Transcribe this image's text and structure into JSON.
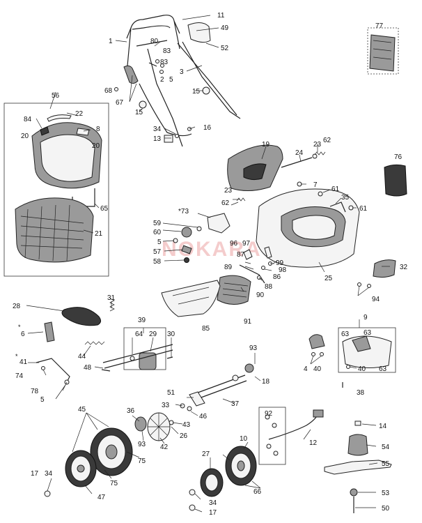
{
  "watermark": "NOKARA",
  "labels": [
    {
      "id": "l1",
      "text": "1"
    },
    {
      "id": "l11",
      "text": "11"
    },
    {
      "id": "l49",
      "text": "49"
    },
    {
      "id": "l80",
      "text": "80"
    },
    {
      "id": "l52",
      "text": "52"
    },
    {
      "id": "l83a",
      "text": "83"
    },
    {
      "id": "l83b",
      "text": "83"
    },
    {
      "id": "l3",
      "text": "3"
    },
    {
      "id": "l2",
      "text": "2"
    },
    {
      "id": "l5a",
      "text": "5"
    },
    {
      "id": "l68",
      "text": "68"
    },
    {
      "id": "l67",
      "text": "67"
    },
    {
      "id": "l15a",
      "text": "15"
    },
    {
      "id": "l15b",
      "text": "15"
    },
    {
      "id": "l77",
      "text": "77"
    },
    {
      "id": "l56",
      "text": "56"
    },
    {
      "id": "l22",
      "text": "22"
    },
    {
      "id": "l84",
      "text": "84"
    },
    {
      "id": "l8",
      "text": "8"
    },
    {
      "id": "l20a",
      "text": "20"
    },
    {
      "id": "l20b",
      "text": "20"
    },
    {
      "id": "l65",
      "text": "65"
    },
    {
      "id": "l21",
      "text": "21"
    },
    {
      "id": "l34a",
      "text": "34"
    },
    {
      "id": "l16",
      "text": "16"
    },
    {
      "id": "l13",
      "text": "13"
    },
    {
      "id": "l19",
      "text": "19"
    },
    {
      "id": "l24",
      "text": "24"
    },
    {
      "id": "l23a",
      "text": "23"
    },
    {
      "id": "l62a",
      "text": "62"
    },
    {
      "id": "l76",
      "text": "76"
    },
    {
      "id": "l7",
      "text": "7"
    },
    {
      "id": "l61a",
      "text": "61"
    },
    {
      "id": "l35",
      "text": "35"
    },
    {
      "id": "l23b",
      "text": "23"
    },
    {
      "id": "l62b",
      "text": "62"
    },
    {
      "id": "l61b",
      "text": "61"
    },
    {
      "id": "l73",
      "text": "*73"
    },
    {
      "id": "l59",
      "text": "59"
    },
    {
      "id": "l60",
      "text": "60"
    },
    {
      "id": "l5b",
      "text": "5"
    },
    {
      "id": "l57",
      "text": "57"
    },
    {
      "id": "l58",
      "text": "58"
    },
    {
      "id": "l96",
      "text": "96"
    },
    {
      "id": "l97",
      "text": "97"
    },
    {
      "id": "l87",
      "text": "87"
    },
    {
      "id": "l99",
      "text": "99"
    },
    {
      "id": "l89",
      "text": "89"
    },
    {
      "id": "l98",
      "text": "98"
    },
    {
      "id": "l86",
      "text": "86"
    },
    {
      "id": "l88",
      "text": "88"
    },
    {
      "id": "l25",
      "text": "25"
    },
    {
      "id": "l32",
      "text": "32"
    },
    {
      "id": "l90",
      "text": "90"
    },
    {
      "id": "l94",
      "text": "94"
    },
    {
      "id": "l91",
      "text": "91"
    },
    {
      "id": "l85",
      "text": "85"
    },
    {
      "id": "l28",
      "text": "28"
    },
    {
      "id": "l31",
      "text": "31"
    },
    {
      "id": "l39",
      "text": "39"
    },
    {
      "id": "l6",
      "text": "6"
    },
    {
      "id": "l64",
      "text": "64"
    },
    {
      "id": "l29",
      "text": "29"
    },
    {
      "id": "l30",
      "text": "30"
    },
    {
      "id": "l9",
      "text": "9"
    },
    {
      "id": "l63a",
      "text": "63"
    },
    {
      "id": "l63b",
      "text": "63"
    },
    {
      "id": "l44",
      "text": "44"
    },
    {
      "id": "l41",
      "text": "41"
    },
    {
      "id": "l74",
      "text": "74"
    },
    {
      "id": "l48",
      "text": "48"
    },
    {
      "id": "l93a",
      "text": "93"
    },
    {
      "id": "l4",
      "text": "4"
    },
    {
      "id": "l40a",
      "text": "40"
    },
    {
      "id": "l40b",
      "text": "40"
    },
    {
      "id": "l63c",
      "text": "63"
    },
    {
      "id": "l78",
      "text": "78"
    },
    {
      "id": "l18",
      "text": "18"
    },
    {
      "id": "l5c",
      "text": "5"
    },
    {
      "id": "l38",
      "text": "38"
    },
    {
      "id": "l51",
      "text": "51"
    },
    {
      "id": "l37",
      "text": "37"
    },
    {
      "id": "l45",
      "text": "45"
    },
    {
      "id": "l33",
      "text": "33"
    },
    {
      "id": "l36",
      "text": "36"
    },
    {
      "id": "l46",
      "text": "46"
    },
    {
      "id": "l43",
      "text": "43"
    },
    {
      "id": "l92",
      "text": "92"
    },
    {
      "id": "l14",
      "text": "14"
    },
    {
      "id": "l26",
      "text": "26"
    },
    {
      "id": "l93b",
      "text": "93"
    },
    {
      "id": "l42",
      "text": "42"
    },
    {
      "id": "l12",
      "text": "12"
    },
    {
      "id": "l10",
      "text": "10"
    },
    {
      "id": "l54",
      "text": "54"
    },
    {
      "id": "l27",
      "text": "27"
    },
    {
      "id": "l75a",
      "text": "75"
    },
    {
      "id": "l75b",
      "text": "75"
    },
    {
      "id": "l55",
      "text": "55"
    },
    {
      "id": "l17a",
      "text": "17"
    },
    {
      "id": "l34b",
      "text": "34"
    },
    {
      "id": "l66",
      "text": "66"
    },
    {
      "id": "l47",
      "text": "47"
    },
    {
      "id": "l53",
      "text": "53"
    },
    {
      "id": "l34c",
      "text": "34"
    },
    {
      "id": "l17b",
      "text": "17"
    },
    {
      "id": "l50",
      "text": "50"
    }
  ],
  "asterisks": {
    "a6": "*",
    "a41": "*"
  }
}
